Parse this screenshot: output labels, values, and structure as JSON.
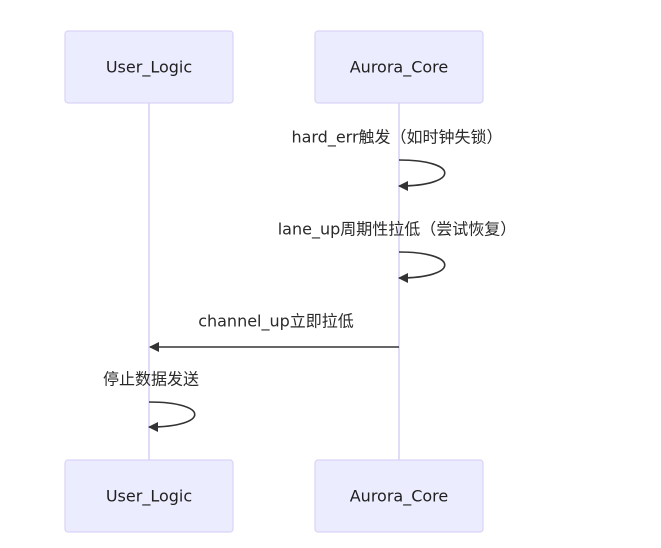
{
  "participants": {
    "user_logic": "User_Logic",
    "aurora_core": "Aurora_Core"
  },
  "messages": [
    {
      "from": "Aurora_Core",
      "to": "Aurora_Core",
      "label": "hard_err触发（如时钟失锁）"
    },
    {
      "from": "Aurora_Core",
      "to": "Aurora_Core",
      "label": "lane_up周期性拉低（尝试恢复）"
    },
    {
      "from": "Aurora_Core",
      "to": "User_Logic",
      "label": "channel_up立即拉低"
    },
    {
      "from": "User_Logic",
      "to": "User_Logic",
      "label": "停止数据发送"
    }
  ]
}
